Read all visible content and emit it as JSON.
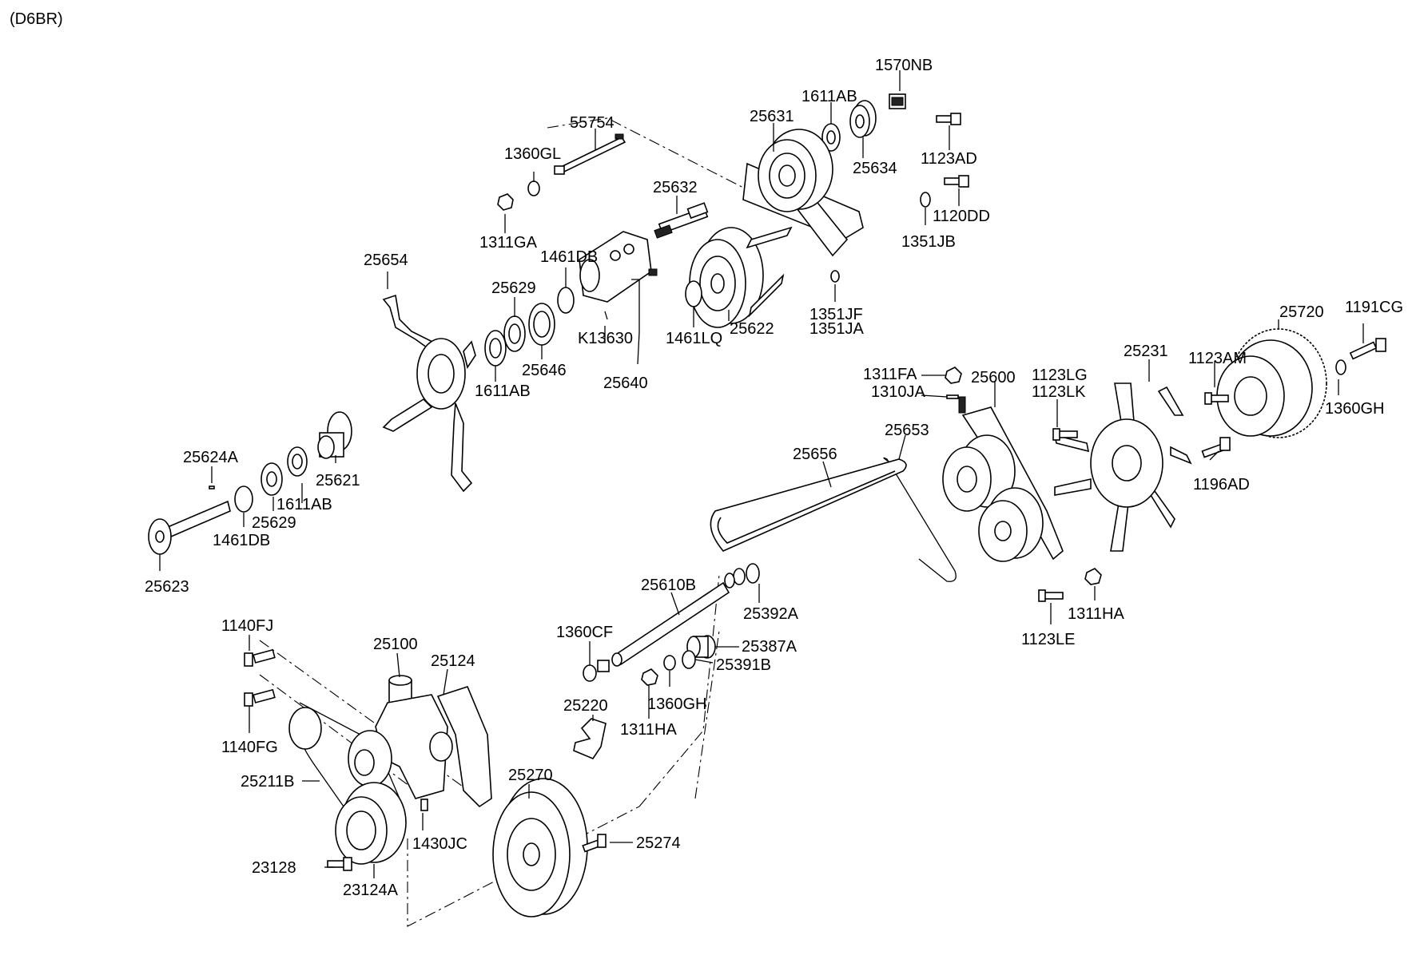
{
  "header": {
    "model_code": "(D6BR)"
  },
  "labels": {
    "l_1570NB": "1570NB",
    "l_1611AB_top": "1611AB",
    "l_25631": "25631",
    "l_55754": "55754",
    "l_1123AD": "1123AD",
    "l_25634": "25634",
    "l_1360GL": "1360GL",
    "l_25632": "25632",
    "l_1120DD": "1120DD",
    "l_1311GA": "1311GA",
    "l_1351JB": "1351JB",
    "l_1461DB_mid": "1461DB",
    "l_25654": "25654",
    "l_25629_mid": "25629",
    "l_1351JF": "1351JF",
    "l_1351JA": "1351JA",
    "l_K13630": "K13630",
    "l_1461LQ": "1461LQ",
    "l_25622": "25622",
    "l_25720": "25720",
    "l_1191CG": "1191CG",
    "l_25646": "25646",
    "l_1611AB_mid": "1611AB",
    "l_25640": "25640",
    "l_25231": "25231",
    "l_1123AM": "1123AM",
    "l_1311FA": "1311FA",
    "l_25600": "25600",
    "l_1123LG": "1123LG",
    "l_1310JA": "1310JA",
    "l_1123LK": "1123LK",
    "l_1360GH_right": "1360GH",
    "l_25653": "25653",
    "l_25624A": "25624A",
    "l_25656": "25656",
    "l_25621": "25621",
    "l_1196AD": "1196AD",
    "l_1611AB_low": "1611AB",
    "l_25629_low": "25629",
    "l_1461DB_low": "1461DB",
    "l_25623": "25623",
    "l_25610B": "25610B",
    "l_25392A": "25392A",
    "l_1311HA_right": "1311HA",
    "l_1140FJ": "1140FJ",
    "l_1360CF": "1360CF",
    "l_1123LE": "1123LE",
    "l_25100": "25100",
    "l_25387A": "25387A",
    "l_25124": "25124",
    "l_25391B": "25391B",
    "l_1360GH_low": "1360GH",
    "l_25220": "25220",
    "l_1311HA_low": "1311HA",
    "l_1140FG": "1140FG",
    "l_25270": "25270",
    "l_25211B": "25211B",
    "l_1430JC": "1430JC",
    "l_25274": "25274",
    "l_23128": "23128",
    "l_23124A": "23124A"
  }
}
